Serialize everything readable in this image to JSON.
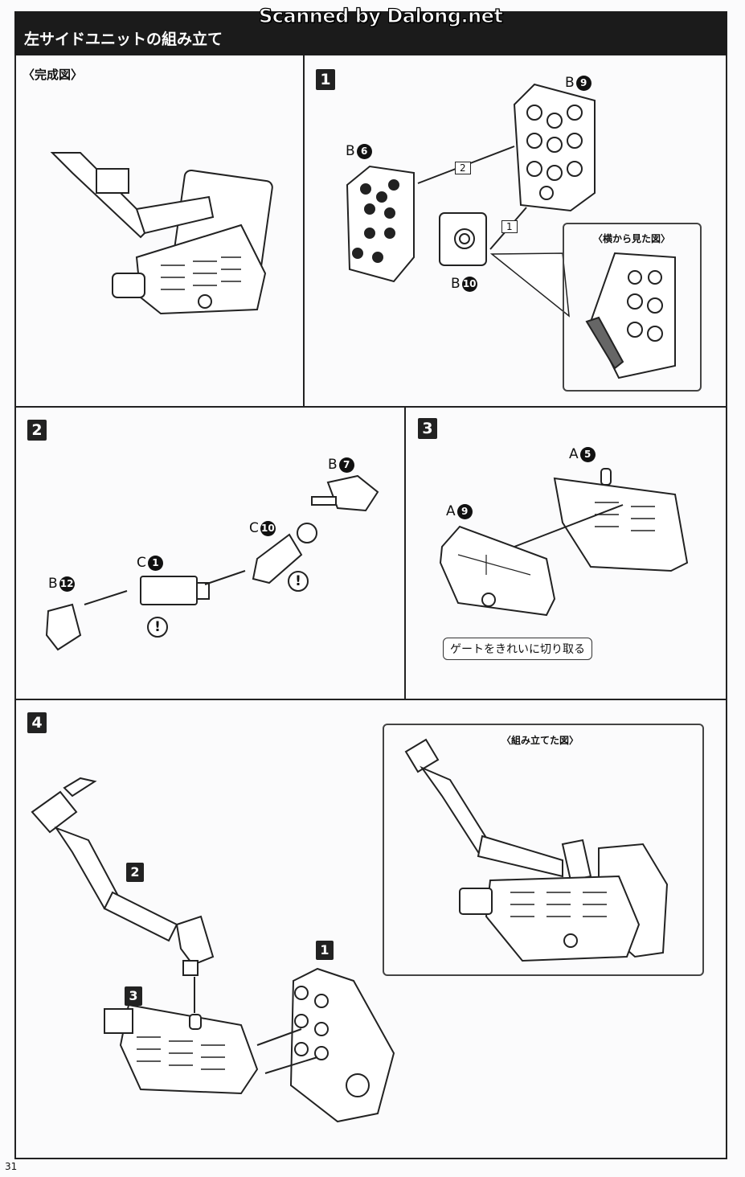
{
  "watermark": "Scanned by Dalong.net",
  "title": "左サイドユニットの組み立て",
  "page_number": "31",
  "complete": {
    "label": "〈完成図〉"
  },
  "step1": {
    "number": "1",
    "parts": [
      {
        "letter": "B",
        "num": "9"
      },
      {
        "letter": "B",
        "num": "6"
      },
      {
        "letter": "B",
        "num": "10"
      }
    ],
    "order": [
      "2",
      "1"
    ],
    "inset_caption": "〈横から見た図〉"
  },
  "step2": {
    "number": "2",
    "parts": [
      {
        "letter": "B",
        "num": "7"
      },
      {
        "letter": "C",
        "num": "10"
      },
      {
        "letter": "C",
        "num": "1"
      },
      {
        "letter": "B",
        "num": "12"
      }
    ],
    "warning": "!"
  },
  "step3": {
    "number": "3",
    "parts": [
      {
        "letter": "A",
        "num": "5"
      },
      {
        "letter": "A",
        "num": "9"
      }
    ],
    "note": "ゲートをきれいに切り取る"
  },
  "step4": {
    "number": "4",
    "sub_steps": [
      "2",
      "3",
      "1"
    ],
    "inset_caption": "〈組み立てた図〉"
  }
}
